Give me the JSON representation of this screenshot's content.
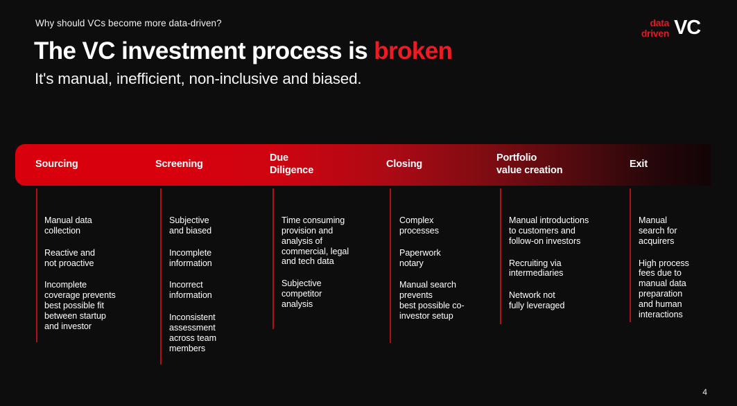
{
  "slide": {
    "eyebrow": "Why should VCs become more data-driven?",
    "headline_main": "The VC investment process is ",
    "headline_accent": "broken",
    "subhead": "It's manual, inefficient, non-inclusive and biased.",
    "page_number": "4",
    "accent_color": "#ec1c24",
    "background_color": "#0d0d0d",
    "divider_color": "#b11016"
  },
  "logo": {
    "line1": "data",
    "line2": "driven",
    "mark": "VC",
    "word_color": "#e01a22",
    "mark_color": "#ffffff"
  },
  "stage_bar": {
    "gradient_from": "#d9000d",
    "gradient_to": "#120406",
    "stages": [
      {
        "label": "Sourcing"
      },
      {
        "label": "Screening"
      },
      {
        "label": "Due\nDiligence"
      },
      {
        "label": "Closing"
      },
      {
        "label": "Portfolio\nvalue creation"
      },
      {
        "label": "Exit"
      }
    ]
  },
  "columns": [
    {
      "stage": "Sourcing",
      "items": [
        "Manual data\ncollection",
        "Reactive and\nnot proactive",
        "Incomplete\ncoverage prevents\nbest possible fit\nbetween startup\nand investor"
      ]
    },
    {
      "stage": "Screening",
      "items": [
        "Subjective\nand biased",
        "Incomplete\ninformation",
        "Incorrect\ninformation",
        "Inconsistent\nassessment\nacross team\nmembers"
      ]
    },
    {
      "stage": "Due Diligence",
      "items": [
        "Time consuming\nprovision and\nanalysis of\ncommercial, legal\nand tech data",
        "Subjective\ncompetitor\nanalysis"
      ]
    },
    {
      "stage": "Closing",
      "items": [
        "Complex\nprocesses",
        "Paperwork\nnotary",
        "Manual search\nprevents\nbest possible co-\ninvestor setup"
      ]
    },
    {
      "stage": "Portfolio value creation",
      "items": [
        "Manual introductions\nto customers and\nfollow-on investors",
        "Recruiting via\nintermediaries",
        "Network not\nfully leveraged"
      ]
    },
    {
      "stage": "Exit",
      "items": [
        "Manual\nsearch for\nacquirers",
        "High process\nfees due to\nmanual data\npreparation\nand human\ninteractions"
      ]
    }
  ]
}
